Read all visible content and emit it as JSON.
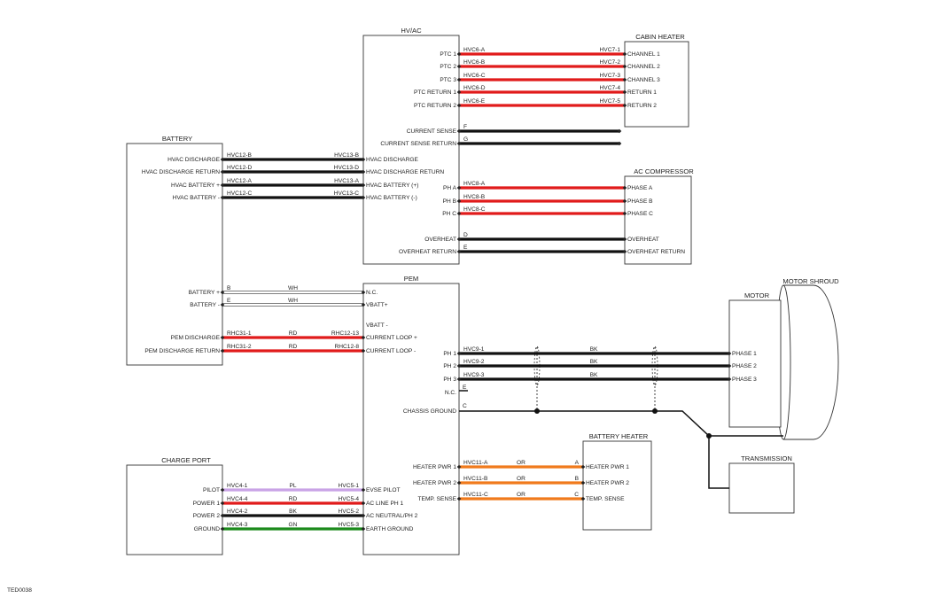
{
  "figure_code": "TED0038",
  "colors": {
    "red": "#e11b1b",
    "black": "#111111",
    "white": "#ffffff",
    "orange": "#f07a1c",
    "violet": "#c9a3e6",
    "green": "#1c8a1c",
    "outline": "#333333"
  },
  "components": {
    "hvac": "HV/AC",
    "cabin_heater": "CABIN HEATER",
    "battery": "BATTERY",
    "ac_compressor": "AC COMPRESSOR",
    "pem": "PEM",
    "motor": "MOTOR",
    "motor_shroud": "MOTOR SHROUD",
    "battery_heater": "BATTERY HEATER",
    "transmission": "TRANSMISSION",
    "charge_port": "CHARGE PORT"
  },
  "connections": [
    {
      "id": "hvac-cabin-1",
      "from_pin": "PTC 1",
      "from_conn": "HVC6-A",
      "color_code": "",
      "to_conn": "HVC7-1",
      "to_pin": "CHANNEL 1",
      "color": "red"
    },
    {
      "id": "hvac-cabin-2",
      "from_pin": "PTC 2",
      "from_conn": "HVC6-B",
      "color_code": "",
      "to_conn": "HVC7-2",
      "to_pin": "CHANNEL 2",
      "color": "red"
    },
    {
      "id": "hvac-cabin-3",
      "from_pin": "PTC 3",
      "from_conn": "HVC6-C",
      "color_code": "",
      "to_conn": "HVC7-3",
      "to_pin": "CHANNEL 3",
      "color": "red"
    },
    {
      "id": "hvac-cabin-4",
      "from_pin": "PTC RETURN 1",
      "from_conn": "HVC6-D",
      "color_code": "",
      "to_conn": "HVC7-4",
      "to_pin": "RETURN 1",
      "color": "red"
    },
    {
      "id": "hvac-cabin-5",
      "from_pin": "PTC RETURN 2",
      "from_conn": "HVC6-E",
      "color_code": "",
      "to_conn": "HVC7-5",
      "to_pin": "RETURN 2",
      "color": "red"
    },
    {
      "id": "hvac-cabin-6",
      "from_pin": "CURRENT SENSE",
      "from_conn": "F",
      "color_code": "",
      "to_conn": "",
      "to_pin": "",
      "color": "black"
    },
    {
      "id": "hvac-cabin-7",
      "from_pin": "CURRENT SENSE RETURN",
      "from_conn": "G",
      "color_code": "",
      "to_conn": "",
      "to_pin": "",
      "color": "black"
    },
    {
      "id": "batt-hvac-1",
      "from_pin": "HVAC DISCHARGE",
      "from_conn": "HVC12-B",
      "color_code": "",
      "to_conn": "HVC13-B",
      "to_pin": "HVAC DISCHARGE",
      "color": "black"
    },
    {
      "id": "batt-hvac-2",
      "from_pin": "HVAC DISCHARGE RETURN",
      "from_conn": "HVC12-D",
      "color_code": "",
      "to_conn": "HVC13-D",
      "to_pin": "HVAC DISCHARGE RETURN",
      "color": "black"
    },
    {
      "id": "batt-hvac-3",
      "from_pin": "HVAC BATTERY +",
      "from_conn": "HVC12-A",
      "color_code": "",
      "to_conn": "HVC13-A",
      "to_pin": "HVAC BATTERY (+)",
      "color": "black"
    },
    {
      "id": "batt-hvac-4",
      "from_pin": "HVAC BATTERY -",
      "from_conn": "HVC12-C",
      "color_code": "",
      "to_conn": "HVC13-C",
      "to_pin": "HVAC BATTERY (-)",
      "color": "black"
    },
    {
      "id": "hvac-comp-1",
      "from_pin": "PH A",
      "from_conn": "HVC8-A",
      "color_code": "",
      "to_conn": "",
      "to_pin": "PHASE A",
      "color": "red"
    },
    {
      "id": "hvac-comp-2",
      "from_pin": "PH B",
      "from_conn": "HVC8-B",
      "color_code": "",
      "to_conn": "",
      "to_pin": "PHASE B",
      "color": "red"
    },
    {
      "id": "hvac-comp-3",
      "from_pin": "PH C",
      "from_conn": "HVC8-C",
      "color_code": "",
      "to_conn": "",
      "to_pin": "PHASE C",
      "color": "red"
    },
    {
      "id": "hvac-comp-4",
      "from_pin": "OVERHEAT",
      "from_conn": "D",
      "color_code": "",
      "to_conn": "",
      "to_pin": "OVERHEAT",
      "color": "black"
    },
    {
      "id": "hvac-comp-5",
      "from_pin": "OVERHEAT RETURN",
      "from_conn": "E",
      "color_code": "",
      "to_conn": "",
      "to_pin": "OVERHEAT RETURN",
      "color": "black"
    },
    {
      "id": "batt-pem-1",
      "from_pin": "BATTERY +",
      "from_conn": "B",
      "color_code": "WH",
      "to_conn": "",
      "to_pin": "N.C.",
      "color": "white"
    },
    {
      "id": "batt-pem-2",
      "from_pin": "BATTERY -",
      "from_conn": "E",
      "color_code": "WH",
      "to_conn": "",
      "to_pin": "VBATT+",
      "color": "white"
    },
    {
      "id": "batt-pem-3",
      "from_pin": "PEM DISCHARGE",
      "from_conn": "RHC31-1",
      "color_code": "RD",
      "to_conn": "RHC12-13",
      "to_pin": "CURRENT LOOP +",
      "color": "red"
    },
    {
      "id": "batt-pem-4",
      "from_pin": "PEM DISCHARGE RETURN",
      "from_conn": "RHC31-2",
      "color_code": "RD",
      "to_conn": "RHC12-8",
      "to_pin": "CURRENT LOOP -",
      "color": "red"
    },
    {
      "id": "pem-motor-1",
      "from_pin": "PH 1",
      "from_conn": "HVC9-1",
      "color_code": "BK",
      "to_conn": "",
      "to_pin": "PHASE 1",
      "color": "black"
    },
    {
      "id": "pem-motor-2",
      "from_pin": "PH 2",
      "from_conn": "HVC9-2",
      "color_code": "BK",
      "to_conn": "",
      "to_pin": "PHASE 2",
      "color": "black"
    },
    {
      "id": "pem-motor-3",
      "from_pin": "PH 3",
      "from_conn": "HVC9-3",
      "color_code": "BK",
      "to_conn": "",
      "to_pin": "PHASE 3",
      "color": "black"
    },
    {
      "id": "pem-heater-1",
      "from_pin": "HEATER PWR 1",
      "from_conn": "HVC11-A",
      "color_code": "OR",
      "to_conn": "A",
      "to_pin": "HEATER PWR 1",
      "color": "orange"
    },
    {
      "id": "pem-heater-2",
      "from_pin": "HEATER PWR 2",
      "from_conn": "HVC11-B",
      "color_code": "OR",
      "to_conn": "B",
      "to_pin": "HEATER PWR 2",
      "color": "orange"
    },
    {
      "id": "pem-heater-3",
      "from_pin": "TEMP. SENSE",
      "from_conn": "HVC11-C",
      "color_code": "OR",
      "to_conn": "C",
      "to_pin": "TEMP. SENSE",
      "color": "orange"
    },
    {
      "id": "cp-pem-1",
      "from_pin": "PILOT",
      "from_conn": "HVC4-1",
      "color_code": "PL",
      "to_conn": "HVC5-1",
      "to_pin": "EVSE PILOT",
      "color": "violet"
    },
    {
      "id": "cp-pem-2",
      "from_pin": "POWER 1",
      "from_conn": "HVC4-4",
      "color_code": "RD",
      "to_conn": "HVC5-4",
      "to_pin": "AC LINE PH 1",
      "color": "red"
    },
    {
      "id": "cp-pem-3",
      "from_pin": "POWER 2",
      "from_conn": "HVC4-2",
      "color_code": "BK",
      "to_conn": "HVC5-2",
      "to_pin": "AC NEUTRAL/PH 2",
      "color": "black"
    },
    {
      "id": "cp-pem-4",
      "from_pin": "GROUND",
      "from_conn": "HVC4-3",
      "color_code": "GN",
      "to_conn": "HVC5-3",
      "to_pin": "EARTH GROUND",
      "color": "green"
    }
  ],
  "pem_pins": {
    "vbatt_minus": "VBATT -",
    "nc": "N.C.",
    "nc_conn": "E",
    "chassis_ground": "CHASSIS GROUND",
    "chassis_conn": "C"
  }
}
